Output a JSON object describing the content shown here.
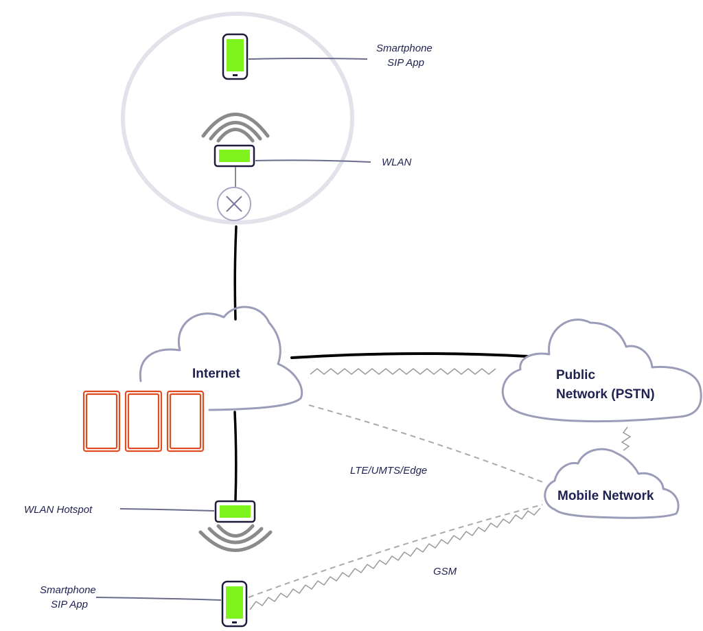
{
  "labels": {
    "smartphone_top": [
      "Smartphone",
      "SIP App"
    ],
    "wlan": "WLAN",
    "internet": "Internet",
    "pstn": [
      "Public",
      "Network (PSTN)"
    ],
    "mobile_network": "Mobile Network",
    "lte": "LTE/UMTS/Edge",
    "wlan_hotspot": "WLAN Hotspot",
    "gsm": "GSM",
    "smartphone_bottom": [
      "Smartphone",
      "SIP App"
    ]
  },
  "colors": {
    "screen_green": "#7ff41c",
    "server_orange": "#e14b20",
    "text_navy": "#1f2150",
    "cloud_stroke": "#9a9cb8",
    "circle_stroke": "#e3e2ea"
  },
  "icons": [
    "smartphone-icon",
    "wlan-router-icon",
    "wifi-signal-icon",
    "network-switch-icon",
    "server-rack-icon",
    "cloud-icon"
  ]
}
